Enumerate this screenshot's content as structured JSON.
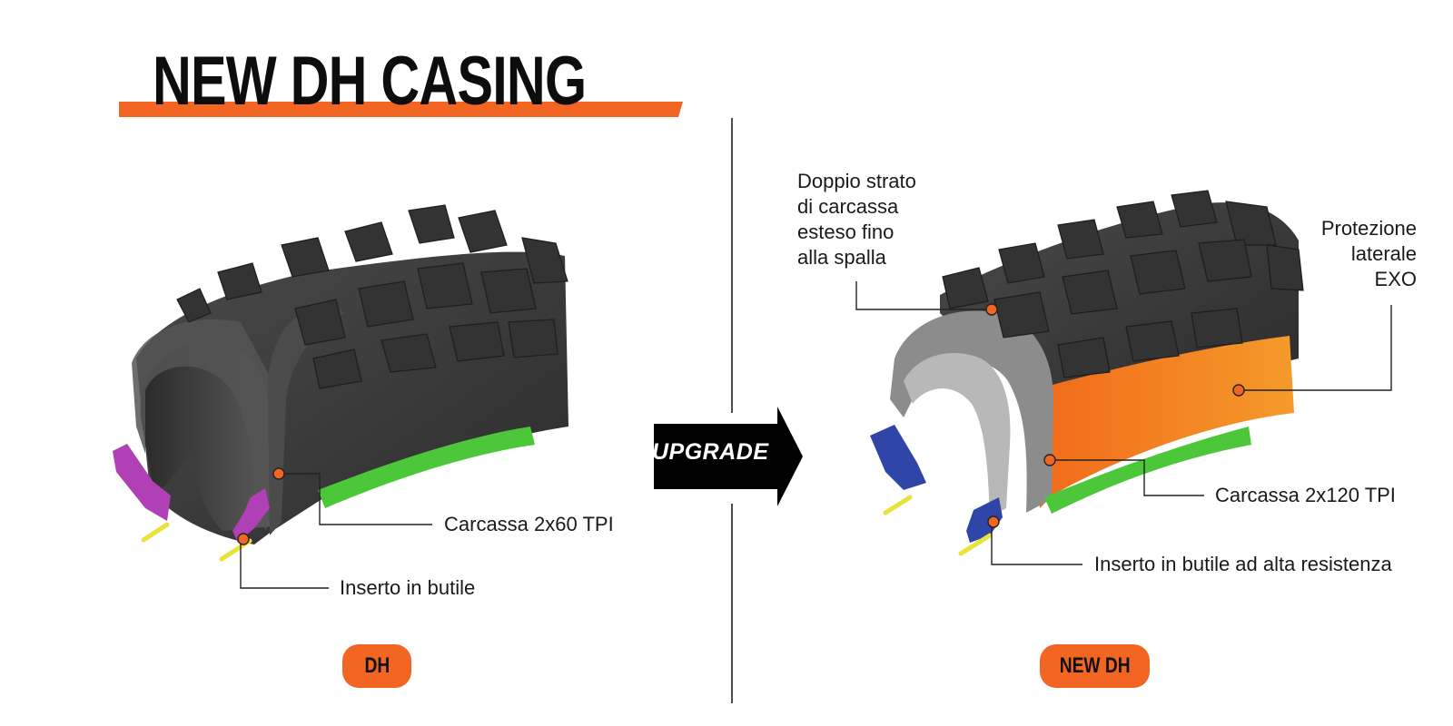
{
  "title": "NEW DH CASING",
  "arrow_label": "UPGRADE",
  "left": {
    "badge": "DH",
    "callouts": {
      "casing": "Carcassa 2x60 TPI",
      "insert": "Inserto in butile"
    }
  },
  "right": {
    "badge": "NEW DH",
    "callouts": {
      "double_ply": [
        "Doppio strato",
        "di carcassa",
        "esteso fino",
        "alla spalla"
      ],
      "exo": [
        "Protezione",
        "laterale",
        "EXO"
      ],
      "casing": "Carcassa 2x120 TPI",
      "insert": "Inserto in butile ad alta resistenza"
    }
  },
  "colors": {
    "accent_orange": "#f26522",
    "tire_dark": "#3a3a3a",
    "green_rim_strip": "#4cc73a",
    "magenta_insert": "#b13fb5",
    "blue_insert": "#2f45a8",
    "exo_orange": "#f5821f",
    "bead_yellow": "#e8e23a",
    "casing_gray": "#8c8c8c"
  }
}
